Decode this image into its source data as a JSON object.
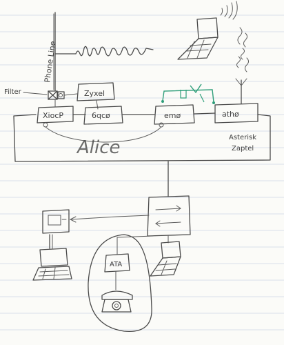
{
  "labels": {
    "phone_line": "Phone Line",
    "filter": "Filter",
    "zyxel": "Zyxel",
    "xiocp": "XiocP",
    "eth6": "6qcø",
    "em0": "emø",
    "ath0": "athø",
    "alice": "Alice",
    "asterisk": "Asterisk",
    "zaptel": "Zaptel",
    "ata": "ATA"
  },
  "colors": {
    "ink": "#4a4a4a",
    "accent_green": "#2e9e7a",
    "ruled_line": "#cfd6e6"
  },
  "icons": [
    "laptop-icon",
    "wifi-waves-icon",
    "antenna-icon",
    "switch-icon",
    "monitor-icon",
    "telephone-icon"
  ]
}
